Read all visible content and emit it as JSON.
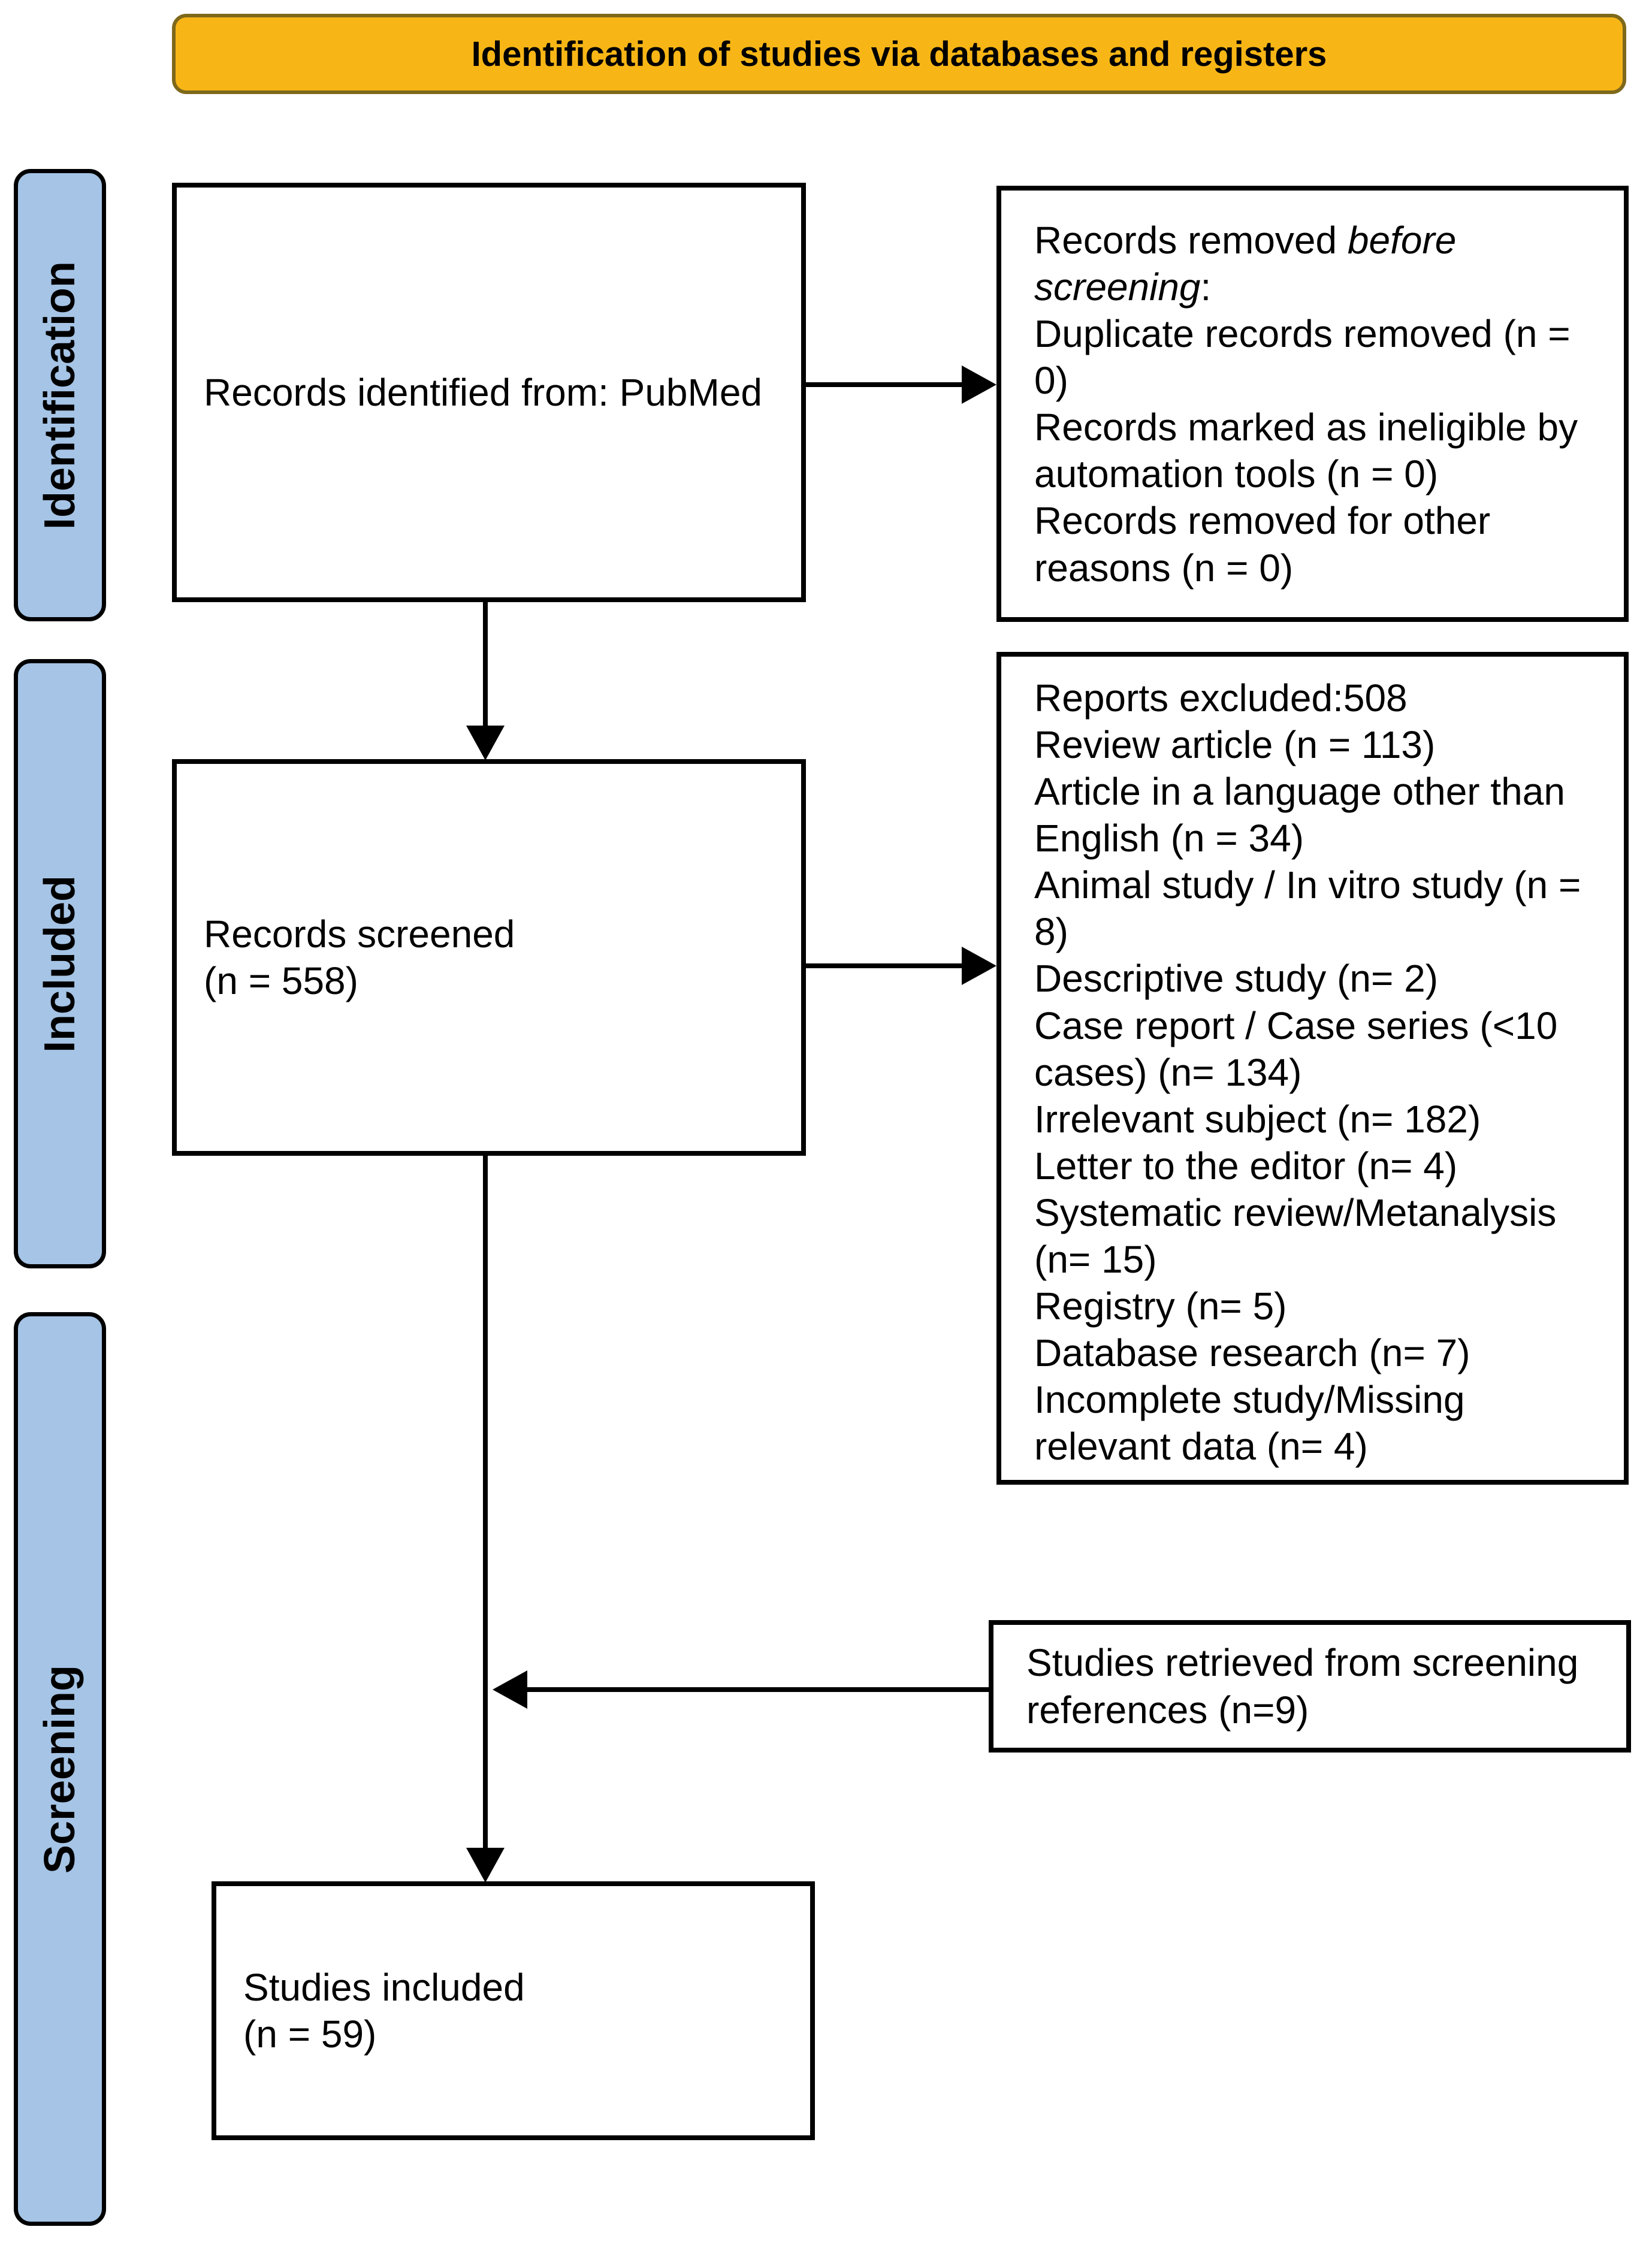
{
  "title": "Identification of studies via databases and registers",
  "colors": {
    "header_fill": "#F8B616",
    "header_border": "#7E681A",
    "label_fill": "#A5C4E6",
    "box_border": "#000000",
    "arrow": "#000000"
  },
  "sidebar": {
    "labels": [
      "Identification",
      "Included",
      "Screening"
    ]
  },
  "boxes": {
    "identified": {
      "text": "Records identified from: PubMed"
    },
    "removed": {
      "intro_normal": "Records removed ",
      "intro_italic": "before screening",
      "intro_suffix": ":",
      "items": [
        "Duplicate records removed (n = 0)",
        "Records marked as ineligible by automation tools (n = 0)",
        "Records removed for other reasons (n = 0)"
      ]
    },
    "screened": {
      "line1": "Records screened",
      "line2": "(n = 558)"
    },
    "excluded": {
      "heading": "Reports excluded:508",
      "items": [
        "Review article (n = 113)",
        "Article in a language other than English (n = 34)",
        "Animal study / In vitro study (n = 8)",
        "Descriptive study (n= 2)",
        "Case report / Case series (<10 cases) (n= 134)",
        "Irrelevant subject (n= 182)",
        "Letter to the editor (n= 4)",
        "Systematic review/Metanalysis (n= 15)",
        "Registry (n= 5)",
        "Database research (n= 7)",
        "Incomplete study/Missing relevant data (n= 4)"
      ]
    },
    "retrieved": {
      "text": "Studies retrieved from screening references (n=9)"
    },
    "included": {
      "line1": "Studies included",
      "line2": "(n = 59)"
    }
  }
}
